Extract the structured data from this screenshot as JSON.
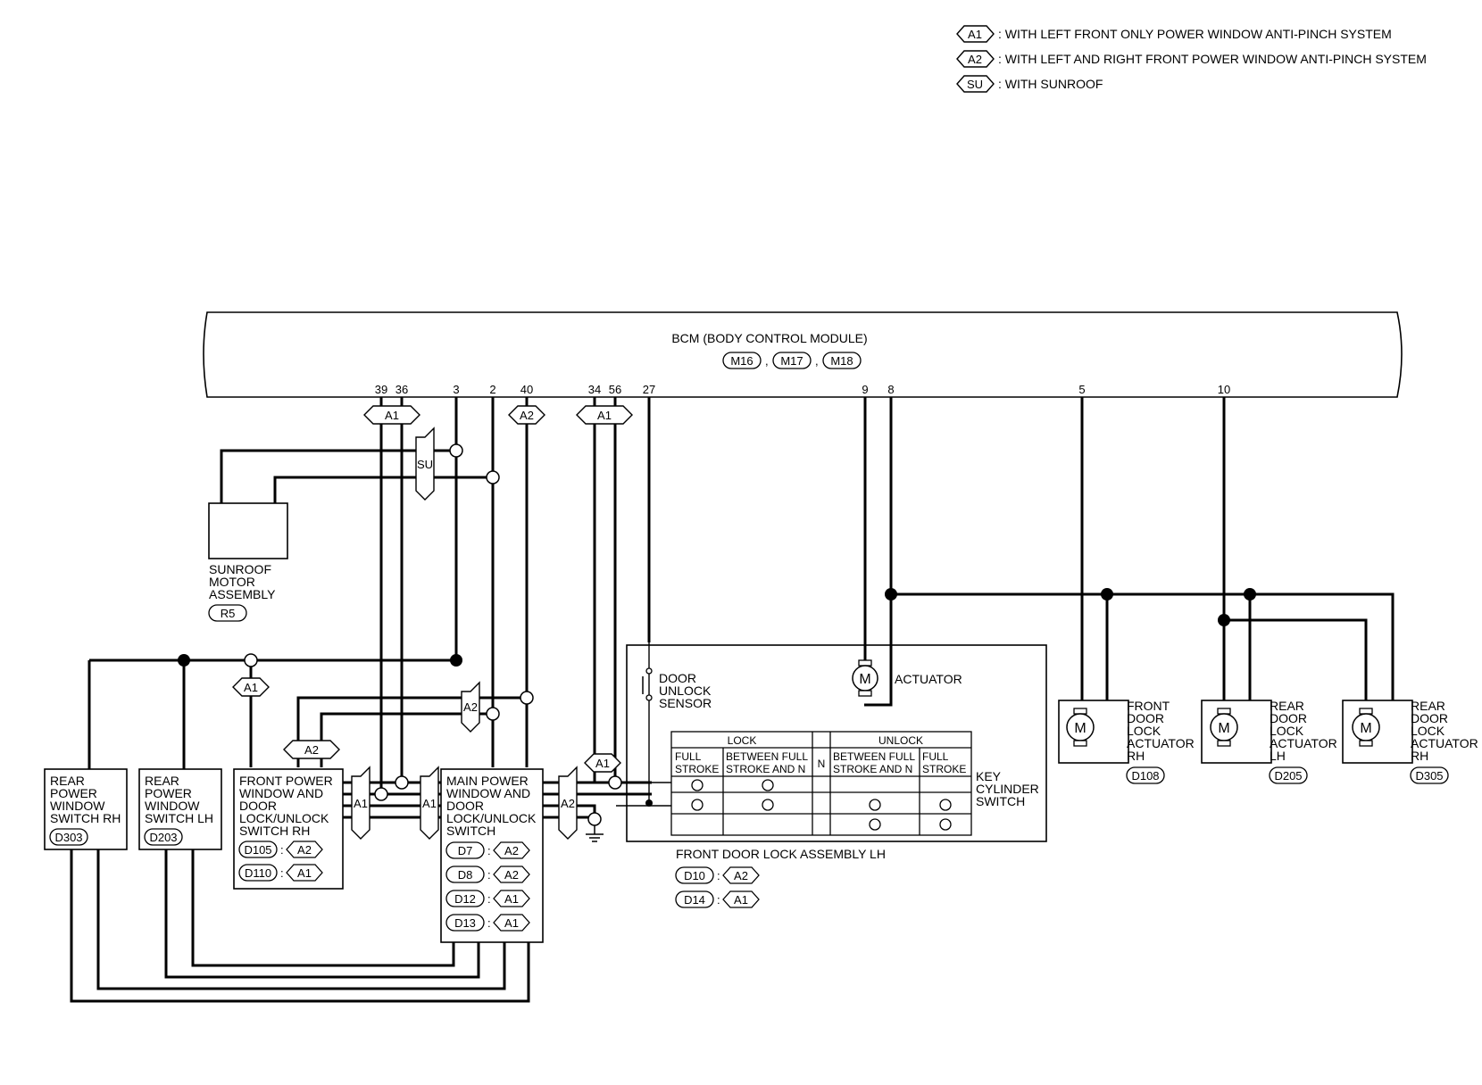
{
  "legend": [
    {
      "tag": "A1",
      "text": ": WITH LEFT FRONT ONLY POWER WINDOW ANTI-PINCH SYSTEM"
    },
    {
      "tag": "A2",
      "text": ": WITH LEFT AND RIGHT FRONT POWER WINDOW ANTI-PINCH SYSTEM"
    },
    {
      "tag": "SU",
      "text": ": WITH SUNROOF"
    }
  ],
  "bcm": {
    "title": "BCM (BODY CONTROL MODULE)",
    "connectors": [
      "M16",
      "M17",
      "M18"
    ],
    "separators": [
      ",",
      ","
    ],
    "pins": [
      "39",
      "36",
      "3",
      "2",
      "40",
      "34",
      "56",
      "27",
      "9",
      "8",
      "5",
      "10"
    ]
  },
  "sunroof": {
    "lines": [
      "SUNROOF",
      "MOTOR",
      "ASSEMBLY"
    ],
    "connector": "R5"
  },
  "rear_rh": {
    "lines": [
      "REAR",
      "POWER",
      "WINDOW",
      "SWITCH RH"
    ],
    "connector": "D303"
  },
  "rear_lh": {
    "lines": [
      "REAR",
      "POWER",
      "WINDOW",
      "SWITCH LH"
    ],
    "connector": "D203"
  },
  "front_rh": {
    "lines": [
      "FRONT POWER",
      "WINDOW AND",
      "DOOR",
      "LOCK/UNLOCK",
      "SWITCH RH"
    ],
    "connectors": [
      {
        "conn": "D105",
        "sep": ":",
        "tag": "A2"
      },
      {
        "conn": "D110",
        "sep": ":",
        "tag": "A1"
      }
    ]
  },
  "main_sw": {
    "lines": [
      "MAIN POWER",
      "WINDOW AND",
      "DOOR",
      "LOCK/UNLOCK",
      "SWITCH"
    ],
    "connectors": [
      {
        "conn": "D7",
        "sep": ":",
        "tag": "A2"
      },
      {
        "conn": "D8",
        "sep": ":",
        "tag": "A2"
      },
      {
        "conn": "D12",
        "sep": ":",
        "tag": "A1"
      },
      {
        "conn": "D13",
        "sep": ":",
        "tag": "A1"
      }
    ]
  },
  "front_lock_lh": {
    "title": "FRONT DOOR LOCK ASSEMBLY LH",
    "connectors": [
      {
        "conn": "D10",
        "sep": ":",
        "tag": "A2"
      },
      {
        "conn": "D14",
        "sep": ":",
        "tag": "A1"
      }
    ],
    "sensor_lines": [
      "DOOR",
      "UNLOCK",
      "SENSOR"
    ],
    "actuator": "ACTUATOR",
    "motor_symbol": "M",
    "key_lines": [
      "KEY",
      "CYLINDER",
      "SWITCH"
    ],
    "table": {
      "lock": "LOCK",
      "unlock": "UNLOCK",
      "full_stroke": [
        "FULL",
        "STROKE"
      ],
      "between": [
        "BETWEEN FULL",
        "STROKE AND N"
      ],
      "n": "N"
    }
  },
  "actuators": [
    {
      "lines": [
        "FRONT",
        "DOOR",
        "LOCK",
        "ACTUATOR",
        "RH"
      ],
      "connector": "D108"
    },
    {
      "lines": [
        "REAR",
        "DOOR",
        "LOCK",
        "ACTUATOR",
        "LH"
      ],
      "connector": "D205"
    },
    {
      "lines": [
        "REAR",
        "DOOR",
        "LOCK",
        "ACTUATOR",
        "RH"
      ],
      "connector": "D305"
    }
  ],
  "inline_tags": {
    "a1": "A1",
    "a2": "A2",
    "su": "SU"
  }
}
